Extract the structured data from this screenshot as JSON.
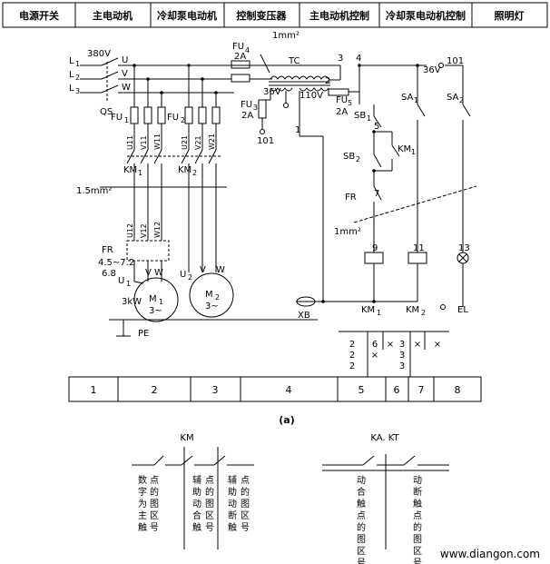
{
  "header": [
    "电源开关",
    "主电动机",
    "冷却泵电动机",
    "控制变压器",
    "主电动机控制",
    "冷却泵电动机控制",
    "照明灯"
  ],
  "labels": {
    "L1": "L",
    "L2": "L",
    "L3": "L",
    "sub1": "1",
    "sub2": "2",
    "sub3": "3",
    "v380": "380V",
    "U": "U",
    "V": "V",
    "W": "W",
    "QS": "QS",
    "FU1": "FU",
    "FU2": "FU",
    "FU3": "FU",
    "FU4": "FU",
    "FU5": "FU",
    "FU4_rating": "2A",
    "FU3_rating": "2A",
    "FU5_rating": "2A",
    "wire_1mm": "1mm²",
    "wire_1_5mm": "1.5mm²",
    "wire_1mm_b": "1mm²",
    "TC": "TC",
    "v36": "36V",
    "v110": "110V",
    "v36b": "36V",
    "n101": "101",
    "n101b": "101",
    "n1": "1",
    "n2": "2",
    "n3": "3",
    "n4": "4",
    "n5": "5",
    "n7": "7",
    "n9": "9",
    "n11": "11",
    "n13": "13",
    "U11": "U11",
    "V11": "V11",
    "W11": "W11",
    "U21": "U21",
    "V21": "V21",
    "W21": "W21",
    "U12": "U12",
    "V12": "V12",
    "W12": "W12",
    "KM1": "KM",
    "KM2": "KM",
    "KM1_coil": "KM",
    "KM2_coil": "KM",
    "KM1_aux": "KM",
    "FR": "FR",
    "FR2": "FR",
    "fr_range": "4.5~7.2",
    "fr_set": "6.8",
    "U1": "U",
    "V1": "V",
    "W1": "W",
    "U2": "U",
    "V2": "V",
    "W2": "W",
    "kw": "3kW",
    "M1": "M",
    "M2": "M",
    "phase": "3~",
    "phase2": "3~",
    "PE": "PE",
    "XB": "XB",
    "SB1": "SB",
    "SB2": "SB",
    "SA1": "SA",
    "SA2": "SA",
    "EL": "EL"
  },
  "contact_tables": {
    "km1": {
      "col1": [
        "2",
        "2",
        "2"
      ],
      "col2": [
        "6",
        "×"
      ],
      "col3": [
        "×"
      ]
    },
    "km2": {
      "col1": [
        "3",
        "3",
        "3"
      ],
      "col2": [
        "×"
      ],
      "col3": [
        "×"
      ]
    }
  },
  "zones": [
    "1",
    "2",
    "3",
    "4",
    "5",
    "6",
    "7",
    "8"
  ],
  "caption": "(a)",
  "legend": {
    "km_title": "KM",
    "km_col1": "数字为主触点的图区号",
    "km_col2": "辅助动合触点的图区号",
    "km_col3": "辅助动断触点的图区号",
    "ka_title": "KA. KT",
    "ka_col1": "动合触点的图区号",
    "ka_col2": "动断触点的图区号"
  },
  "watermark": "www.diangon.com"
}
